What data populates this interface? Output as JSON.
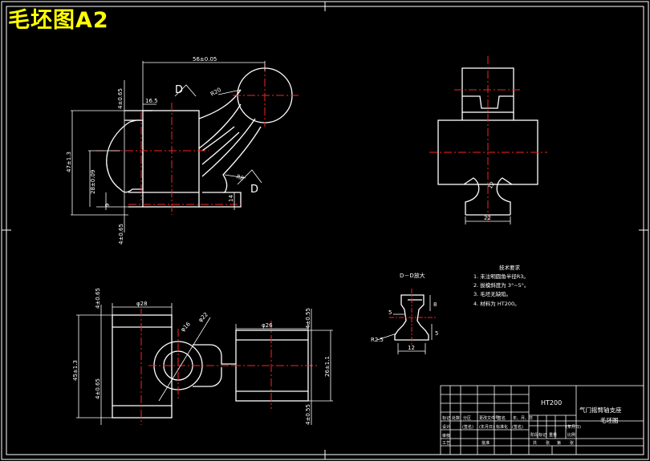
{
  "stamp": {
    "title": "毛坯图A2"
  },
  "colors": {
    "outline": "#ffffff",
    "centerline": "#ff2020",
    "stamp": "#ffff00",
    "background": "#000000"
  },
  "front_view": {
    "dim_width": "56±0.05",
    "dim_top_left": "4±0.65",
    "dim_offset": "16.5",
    "dim_height": "47±1.3",
    "dim_inner_height": "28±0.09",
    "dim_bottom": "9",
    "dim_bottom_tol": "4±0.65",
    "dim_right": "14",
    "radius_arm": "R20",
    "radius_corner": "R8",
    "section_mark_top": "D",
    "section_mark_bottom": "D"
  },
  "side_view": {
    "dim_web": "12",
    "dim_base": "22"
  },
  "section_view": {
    "title": "D－D放大",
    "dim_flange": "5",
    "dim_left": "8",
    "dim_right": "5",
    "dim_width": "12",
    "radius": "R2.5"
  },
  "top_view": {
    "dim_left_diameter": "φ28",
    "dim_top_left": "4±0.65",
    "dim_height": "45±1.3",
    "dim_bottom_left": "4±0.65",
    "dim_small": "φ16",
    "dim_large": "φ22",
    "dim_right_diameter": "φ26",
    "dim_right_top": "4±0.55",
    "dim_right_height": "26±1.1",
    "dim_right_bottom": "4±0.55"
  },
  "requirements": {
    "heading": "技术要求",
    "items": [
      "1. 未注明圆角半径R3。",
      "2. 拔模斜度为 3°~5°。",
      "3. 毛坯无缺陷。",
      "4. 材料为 HT200。"
    ]
  },
  "title_block": {
    "material": "HT200",
    "part_name": "气门摇臂轴支座",
    "drawing_name": "毛坯图",
    "revision_row": [
      "标记",
      "处数",
      "分区",
      "更改文件号",
      "签名",
      "年、月、日"
    ],
    "design_row": [
      "设计",
      "(签名)",
      "(年月日)",
      "标准化",
      "(签名)",
      "(年月日)"
    ],
    "stage_headers": [
      "阶段标记",
      "重量",
      "比例"
    ],
    "review_labels": [
      "审核",
      "工艺"
    ],
    "approve_label": "批准",
    "footer_labels": [
      "共",
      "张",
      "第",
      "张"
    ]
  }
}
